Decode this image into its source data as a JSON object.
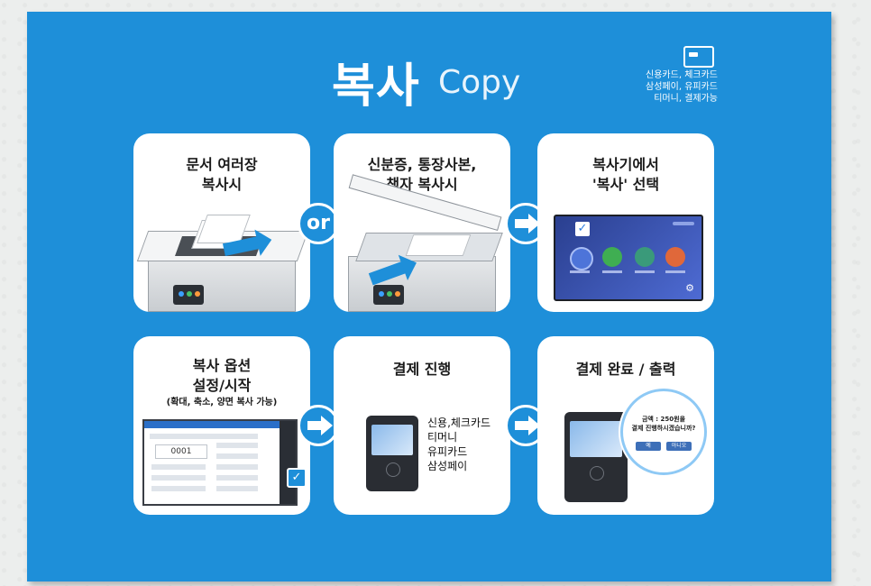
{
  "header": {
    "title_ko": "복사",
    "title_en": "Copy",
    "payment_note": [
      "신용카드, 체크카드",
      "삼성페이, 유피카드",
      "티머니, 결제가능"
    ]
  },
  "steps": [
    {
      "title": [
        "문서 여러장",
        "복사시"
      ]
    },
    {
      "title": [
        "신분증, 통장사본,",
        "책자 복사시"
      ]
    },
    {
      "title": [
        "복사기에서",
        "'복사' 선택"
      ]
    },
    {
      "title": [
        "복사 옵션",
        "설정/시작"
      ],
      "subtitle": "(확대, 축소, 양면 복사 가능)",
      "counter": "0001"
    },
    {
      "title": [
        "결제 진행"
      ],
      "methods": [
        "신용,체크카드",
        "티머니",
        "유피카드",
        "삼성페이"
      ]
    },
    {
      "title": [
        "결제 완료 / 출력"
      ],
      "popup": [
        "금액 : 250원을",
        "결제 진행하시겠습니까?"
      ],
      "popup_buttons": [
        "예",
        "아니오"
      ]
    }
  ],
  "connectors": {
    "or": "or"
  },
  "colors": {
    "board": "#1e8fd9",
    "panel": "#ffffff",
    "wall": "#eceeed"
  },
  "icons": [
    "card-icon",
    "arrow-right-icon",
    "check-icon",
    "gear-icon",
    "printer-icon",
    "payment-terminal-icon"
  ]
}
